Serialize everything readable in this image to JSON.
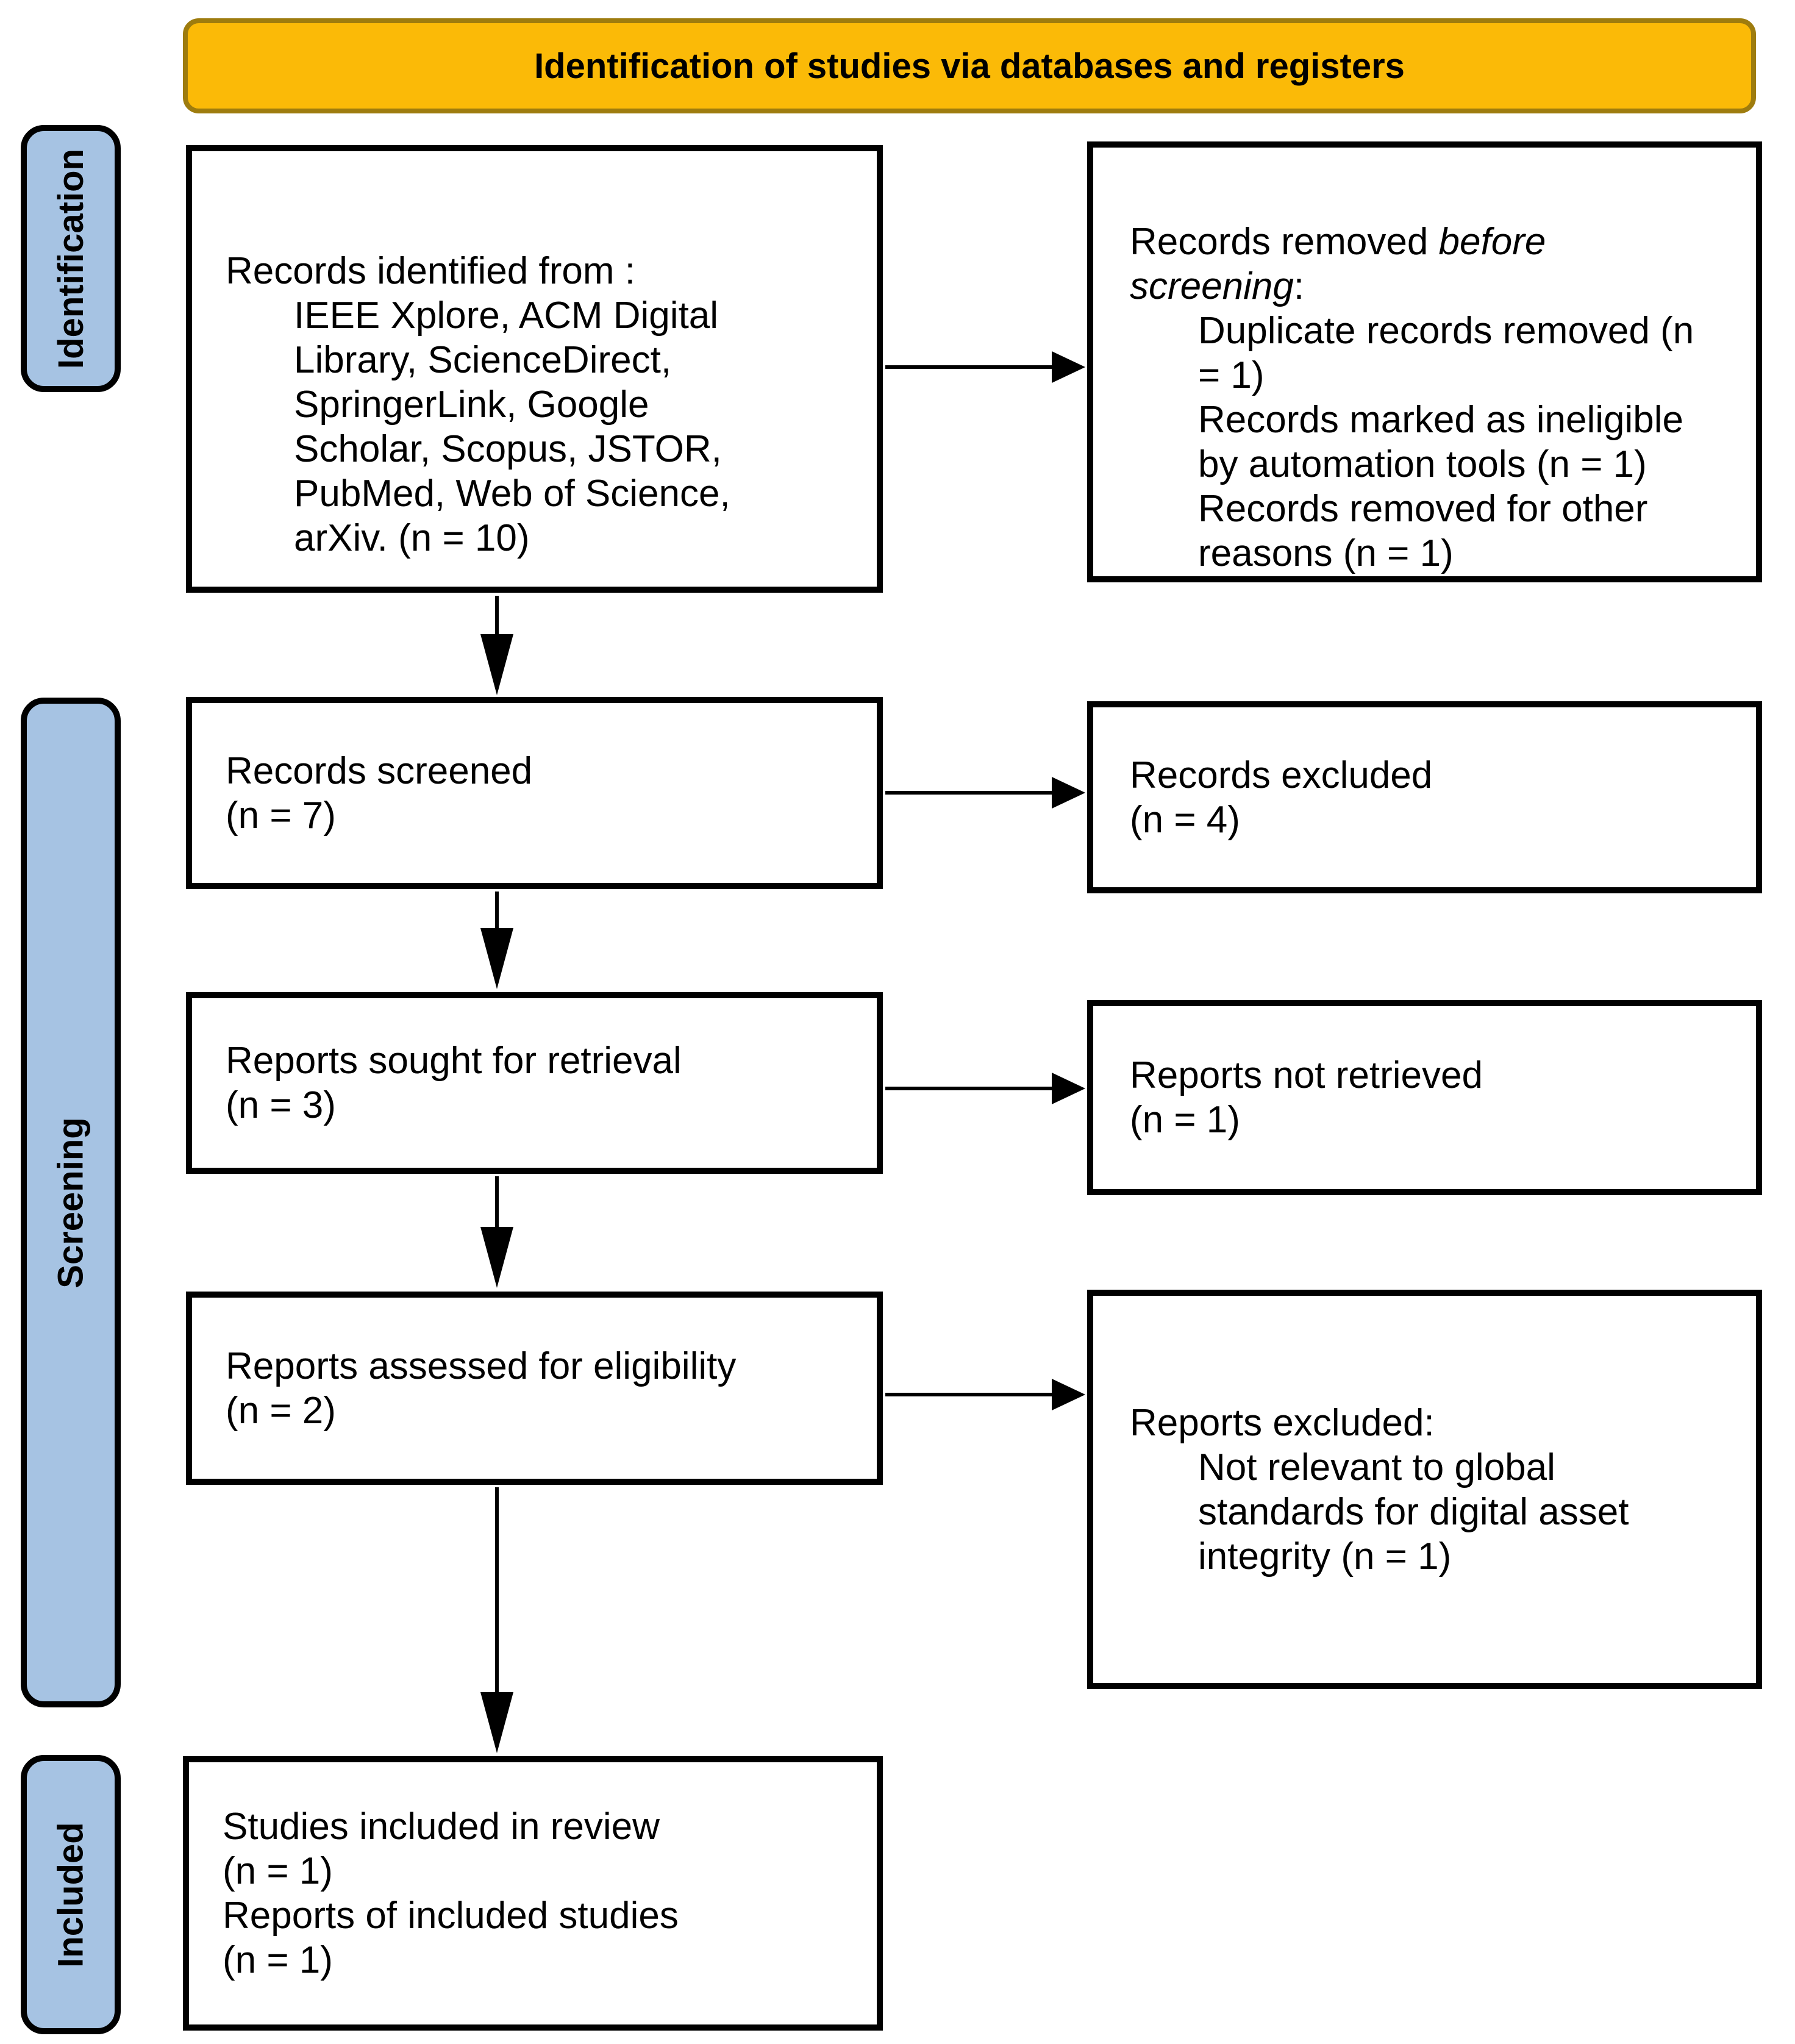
{
  "header": {
    "title": "Identification of studies via databases and registers"
  },
  "sidebar": {
    "items": [
      {
        "label": "Identification"
      },
      {
        "label": "Screening"
      },
      {
        "label": "Included"
      }
    ]
  },
  "boxes": {
    "identified": {
      "intro": "Records identified from :",
      "lines": [
        "IEEE Xplore, ACM Digital",
        "Library, ScienceDirect,",
        "SpringerLink, Google",
        "Scholar, Scopus, JSTOR,",
        "PubMed, Web of Science,",
        "arXiv. (n = 10)"
      ]
    },
    "removed": {
      "intro_pre": "Records removed ",
      "intro_italic": "before screening",
      "intro_post": ":",
      "lines": [
        "Duplicate records removed (n",
        "= 1)",
        "Records marked as ineligible",
        "by automation tools (n = 1)",
        "Records removed for other",
        "reasons (n = 1)"
      ]
    },
    "screened": {
      "line1": "Records screened",
      "line2": "(n = 7)"
    },
    "excluded": {
      "line1": "Records excluded",
      "line2": "(n = 4)"
    },
    "sought": {
      "line1": "Reports sought for retrieval",
      "line2": "(n = 3)"
    },
    "not_retrieved": {
      "line1": "Reports not retrieved",
      "line2": "(n = 1)"
    },
    "assessed": {
      "line1": "Reports assessed for eligibility",
      "line2": "(n = 2)"
    },
    "reports_excluded": {
      "intro": "Reports excluded:",
      "lines": [
        "Not relevant to global",
        "standards for digital asset",
        "integrity (n = 1)"
      ]
    },
    "included": {
      "lines": [
        "Studies included in review",
        "(n = 1)",
        "Reports of included studies",
        "(n = 1)"
      ]
    }
  },
  "colors": {
    "orange_fill": "#FBBA07",
    "orange_border": "#9E7C0E",
    "blue_fill": "#A6C3E3",
    "box_border": "#000000",
    "text": "#000000"
  }
}
